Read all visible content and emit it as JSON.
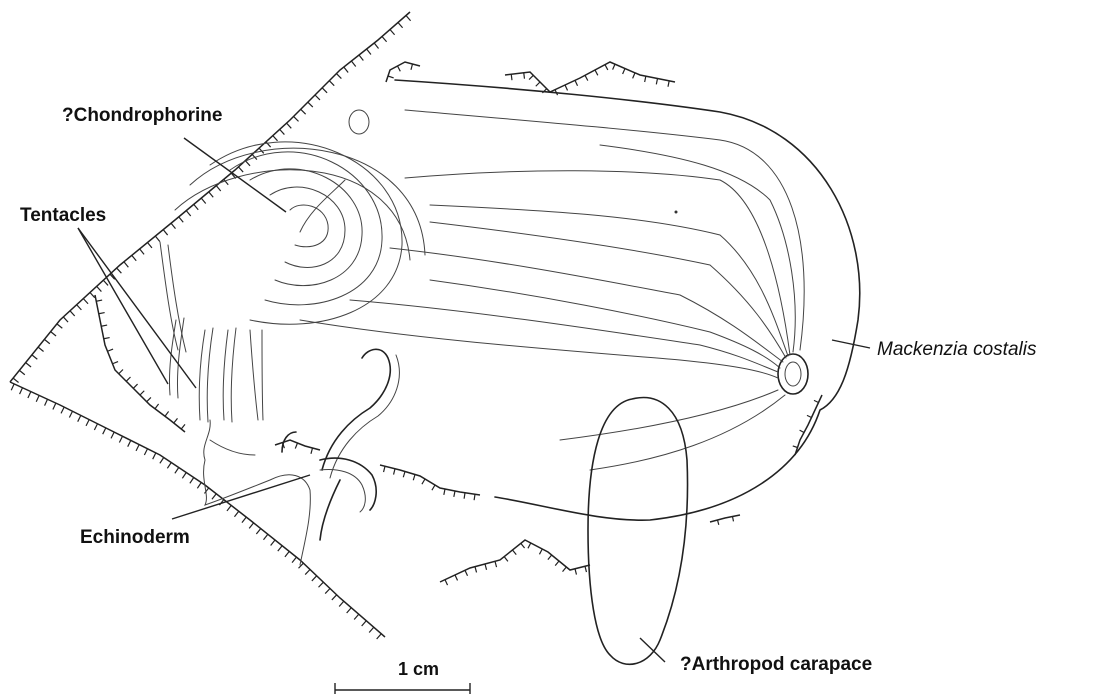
{
  "labels": {
    "chondrophorine": "?Chondrophorine",
    "tentacles": "Tentacles",
    "echinoderm": "Echinoderm",
    "mackenzia": "Mackenzia costalis",
    "arthropod": "?Arthropod carapace"
  },
  "scale_bar": {
    "label": "1 cm"
  },
  "colors": {
    "ink": "#222222",
    "background": "#ffffff"
  }
}
